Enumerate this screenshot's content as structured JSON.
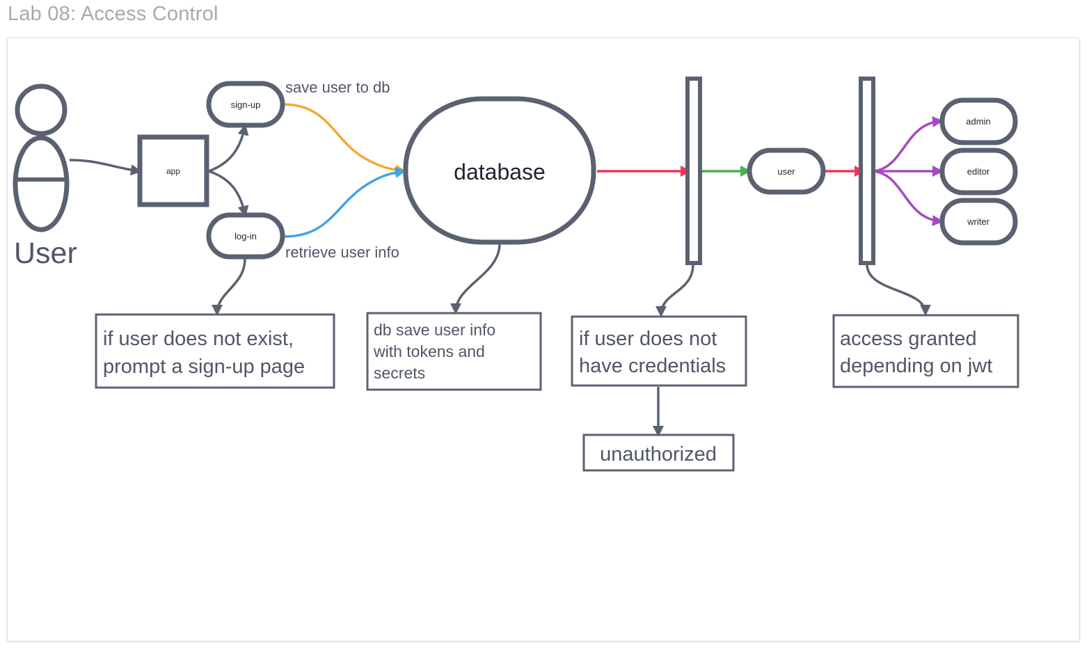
{
  "page_title": "Lab 08: Access Control",
  "actor": {
    "label": "User"
  },
  "nodes": {
    "app": "app",
    "signup": "sign-up",
    "login": "log-in",
    "database": "database",
    "user": "user",
    "admin": "admin",
    "editor": "editor",
    "writer": "writer",
    "unauthorized": "unauthorized"
  },
  "edge_labels": {
    "save": "save user to db",
    "retrieve": "retrieve user info"
  },
  "notes": {
    "no_user_line1": "if user does not exist,",
    "no_user_line2": "prompt a sign-up page",
    "db_line1": "db save user info",
    "db_line2": "with tokens and",
    "db_line3": "secrets",
    "no_cred_line1": "if user does not",
    "no_cred_line2": "have credentials",
    "access_line1": "access granted",
    "access_line2": "depending on jwt"
  },
  "colors": {
    "shape_stroke": "#5a6171",
    "save_edge": "#f5a833",
    "retrieve_edge": "#45a3e5",
    "deny_edge": "#f2335c",
    "allow_edge": "#4caf50",
    "role_edge": "#a64bbf",
    "title": "#a6a9ae"
  }
}
